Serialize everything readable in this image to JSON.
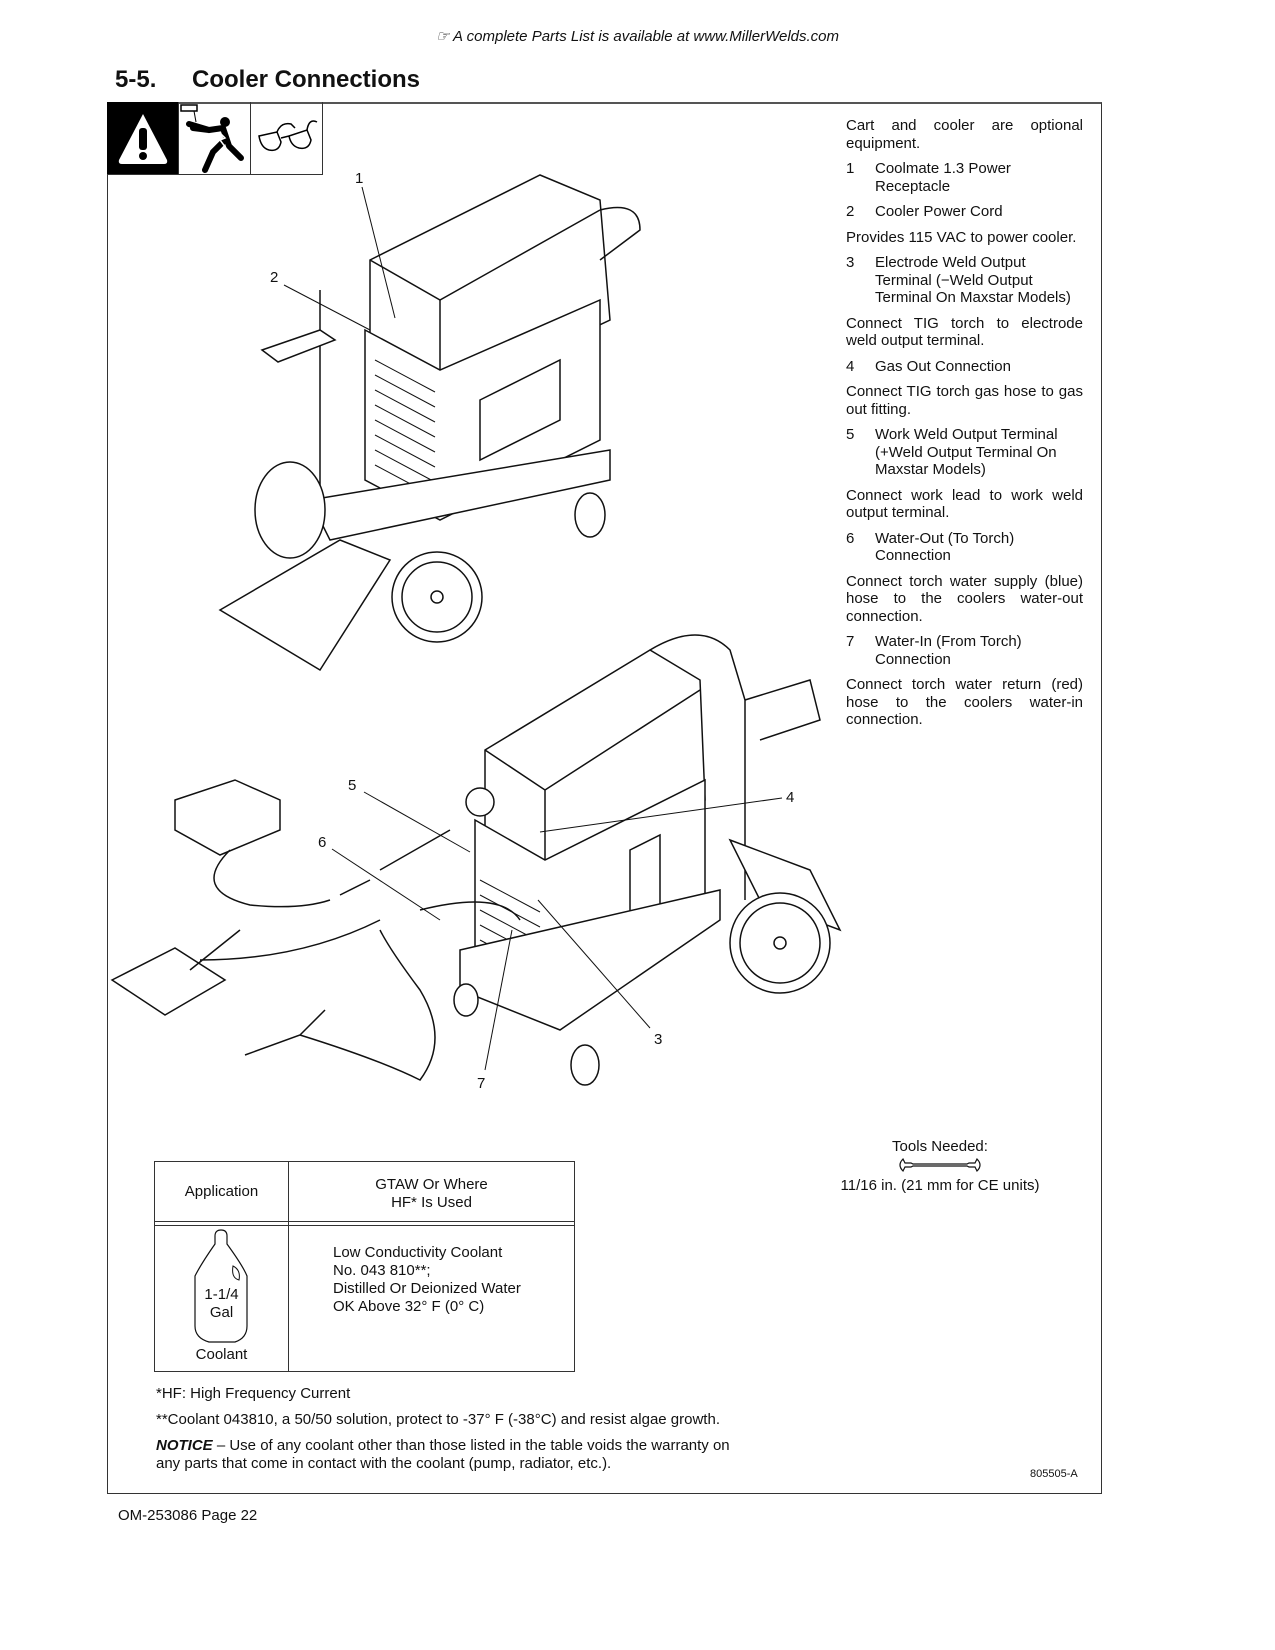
{
  "header": {
    "note_icon": "pointing-hand-icon",
    "note": "A complete Parts List is available at www.MillerWelds.com",
    "section_number": "5-5.",
    "section_title": "Cooler Connections"
  },
  "warning_icons": [
    "warning-triangle-icon",
    "electric-shock-icon",
    "safety-glasses-icon"
  ],
  "right_column": {
    "intro": "Cart and cooler are optional equipment.",
    "items": [
      {
        "n": "1",
        "label": "Coolmate 1.3 Power Receptacle",
        "desc": ""
      },
      {
        "n": "2",
        "label": "Cooler Power Cord",
        "desc": "Provides 115 VAC to power cooler."
      },
      {
        "n": "3",
        "label": "Electrode Weld Output Terminal (−Weld Output Terminal On Maxstar Models)",
        "desc": "Connect TIG torch to electrode weld output terminal."
      },
      {
        "n": "4",
        "label": "Gas Out Connection",
        "desc": "Connect TIG torch gas hose to gas out fitting."
      },
      {
        "n": "5",
        "label": "Work Weld Output Terminal (+Weld Output Terminal On Maxstar Models)",
        "desc": "Connect work lead to work weld output terminal."
      },
      {
        "n": "6",
        "label": "Water-Out (To Torch) Connection",
        "desc": "Connect torch water supply (blue) hose to the coolers water-out connection."
      },
      {
        "n": "7",
        "label": "Water-In (From Torch) Connection",
        "desc": "Connect torch water return (red) hose to the coolers water-in connection."
      }
    ]
  },
  "callouts": [
    "1",
    "2",
    "3",
    "4",
    "5",
    "6",
    "7"
  ],
  "tools": {
    "title": "Tools Needed:",
    "icon": "wrench-icon",
    "size": "11/16 in. (21 mm for CE units)"
  },
  "table": {
    "header_app": "Application",
    "header_use_1": "GTAW Or Where",
    "header_use_2": "HF* Is Used",
    "jug_line1": "1-1/4",
    "jug_line2": "Gal",
    "coolant_label": "Coolant",
    "spec_1": "Low Conductivity Coolant",
    "spec_2": "No. 043 810**;",
    "spec_3": "Distilled Or Deionized Water",
    "spec_4": "OK Above 32° F (0° C)"
  },
  "notes": {
    "hf": "*HF: High Frequency Current",
    "coolant": "**Coolant 043810, a 50/50 solution, protect to -37° F (-38°C) and resist algae growth.",
    "notice_label": "NOTICE",
    "notice_text": " – Use of any coolant other than those listed in the table voids the warranty on any parts that come in contact with the coolant (pump, radiator, etc.)."
  },
  "figure_id": "805505-A",
  "footer": "OM-253086 Page 22"
}
